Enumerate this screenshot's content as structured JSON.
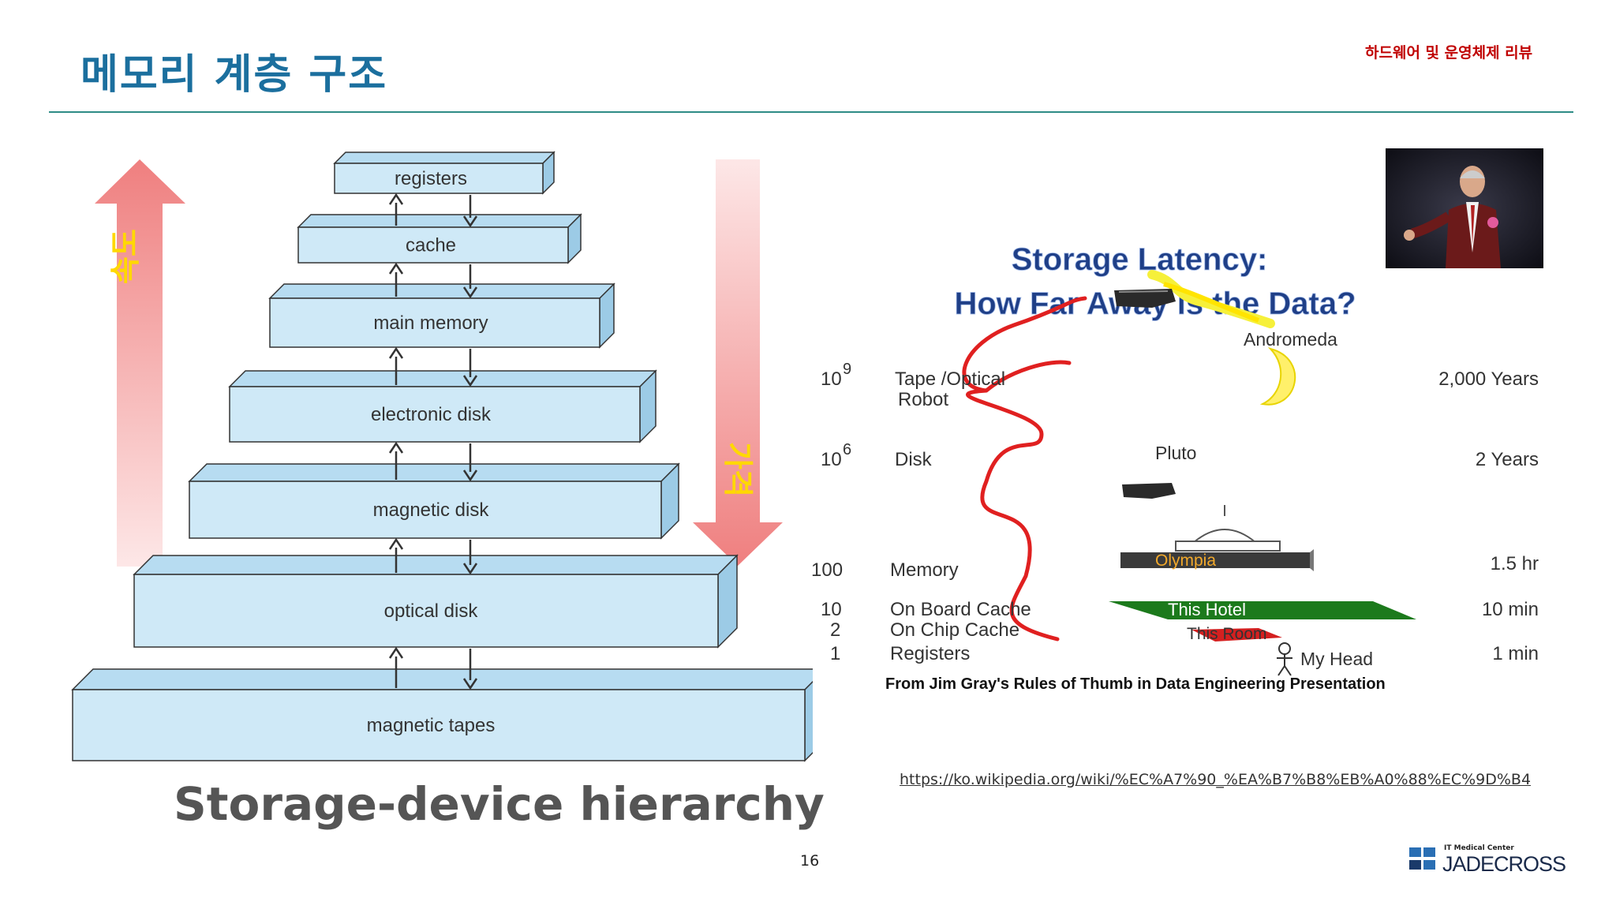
{
  "header": {
    "title": "메모리 계층 구조",
    "subtitle": "하드웨어 및 운영체제 리뷰"
  },
  "hierarchy": {
    "speed_label": "속도",
    "price_label": "가격",
    "levels": [
      "registers",
      "cache",
      "main memory",
      "electronic disk",
      "magnetic disk",
      "optical disk",
      "magnetic tapes"
    ],
    "caption": "Storage-device hierarchy",
    "colors": {
      "box_front": "#cfe9f7",
      "box_top": "#b7dcf1",
      "box_side": "#9ccbe6",
      "arrow": "#ef8f8f",
      "label": "#ffd800"
    }
  },
  "latency": {
    "title_line1": "Storage Latency:",
    "title_line2": "How Far Away is the Data?",
    "rows": [
      {
        "exp_base": "10",
        "exp_power": "9",
        "item": "Tape /Optical",
        "item2": "Robot",
        "time": "2,000 Years"
      },
      {
        "exp_base": "10",
        "exp_power": "6",
        "item": "Disk",
        "item2": "",
        "time": "2 Years"
      },
      {
        "exp_base": "100",
        "exp_power": "",
        "item": "Memory",
        "item2": "",
        "time": "1.5 hr"
      },
      {
        "exp_base": "10",
        "exp_power": "",
        "item": "On Board  Cache",
        "item2": "",
        "time": "10 min"
      },
      {
        "exp_base": "2",
        "exp_power": "",
        "item": "On Chip Cache",
        "item2": "",
        "time": ""
      },
      {
        "exp_base": "1",
        "exp_power": "",
        "item": "Registers",
        "item2": "",
        "time": "1 min"
      }
    ],
    "places": {
      "andromeda": "Andromeda",
      "pluto": "Pluto",
      "olympia": "Olympia",
      "this_hotel": "This Hotel",
      "this_room": "This Room",
      "my_head": "My Head"
    },
    "credit": "From Jim Gray's  Rules of Thumb in Data Engineering Presentation"
  },
  "source_url": "https://ko.wikipedia.org/wiki/%EC%A7%90_%EA%B7%B8%EB%A0%88%EC%9D%B4",
  "page_number": "16",
  "logo": {
    "small_text": "IT Medical Center",
    "text": "JADECROSS",
    "icon": "logo-squares-icon"
  }
}
